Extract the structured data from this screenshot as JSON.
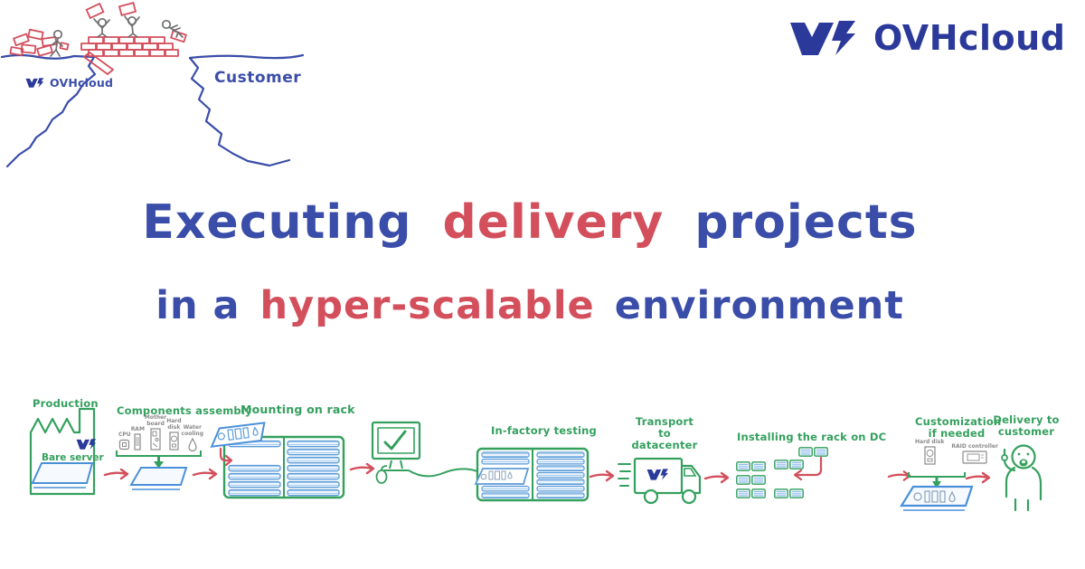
{
  "brand": {
    "name": "OVHcloud"
  },
  "hero_scene": {
    "left_cliff_label": "OVHcloud",
    "right_cliff_label": "Customer"
  },
  "title": {
    "line1": {
      "part1": "Executing",
      "part2": "delivery",
      "part3": "projects"
    },
    "line2": {
      "part1": "in a",
      "part2": "hyper-scalable",
      "part3": "environment"
    }
  },
  "colors": {
    "hand_blue": "#3a4da8",
    "hand_red": "#d34f5c",
    "hand_green": "#34a05e",
    "tray_blue": "#4a90d9",
    "brand_navy": "#2b3a9a",
    "sketch_gray": "#8a8a8a"
  },
  "process": {
    "steps": [
      {
        "id": "production",
        "label_lines": [
          "Production"
        ],
        "sublabel": "Bare server",
        "icon": "factory"
      },
      {
        "id": "components-assembly",
        "label_lines": [
          "Components assembly"
        ],
        "icon": "server-tray",
        "components": [
          "CPU",
          "RAM",
          "Mother board",
          "Hard disk",
          "Water cooling"
        ]
      },
      {
        "id": "mounting-on-rack",
        "label_lines": [
          "Mounting on rack"
        ],
        "icon": "rack"
      },
      {
        "id": "in-factory-testing",
        "label_lines": [
          "In-factory testing"
        ],
        "icon": "monitor-check"
      },
      {
        "id": "transport-to-datacenter",
        "label_lines": [
          "Transport",
          "to datacenter"
        ],
        "icon": "truck"
      },
      {
        "id": "installing-rack-on-dc",
        "label_lines": [
          "Installing the rack on DC"
        ],
        "icon": "rack-grid"
      },
      {
        "id": "customization-if-needed",
        "label_lines": [
          "Customization",
          "if needed"
        ],
        "icon": "server-tray",
        "components": [
          "Hard disk",
          "RAID controller"
        ]
      },
      {
        "id": "delivery-to-customer",
        "label_lines": [
          "Delivery to",
          "customer"
        ],
        "icon": "customer-person"
      }
    ]
  }
}
